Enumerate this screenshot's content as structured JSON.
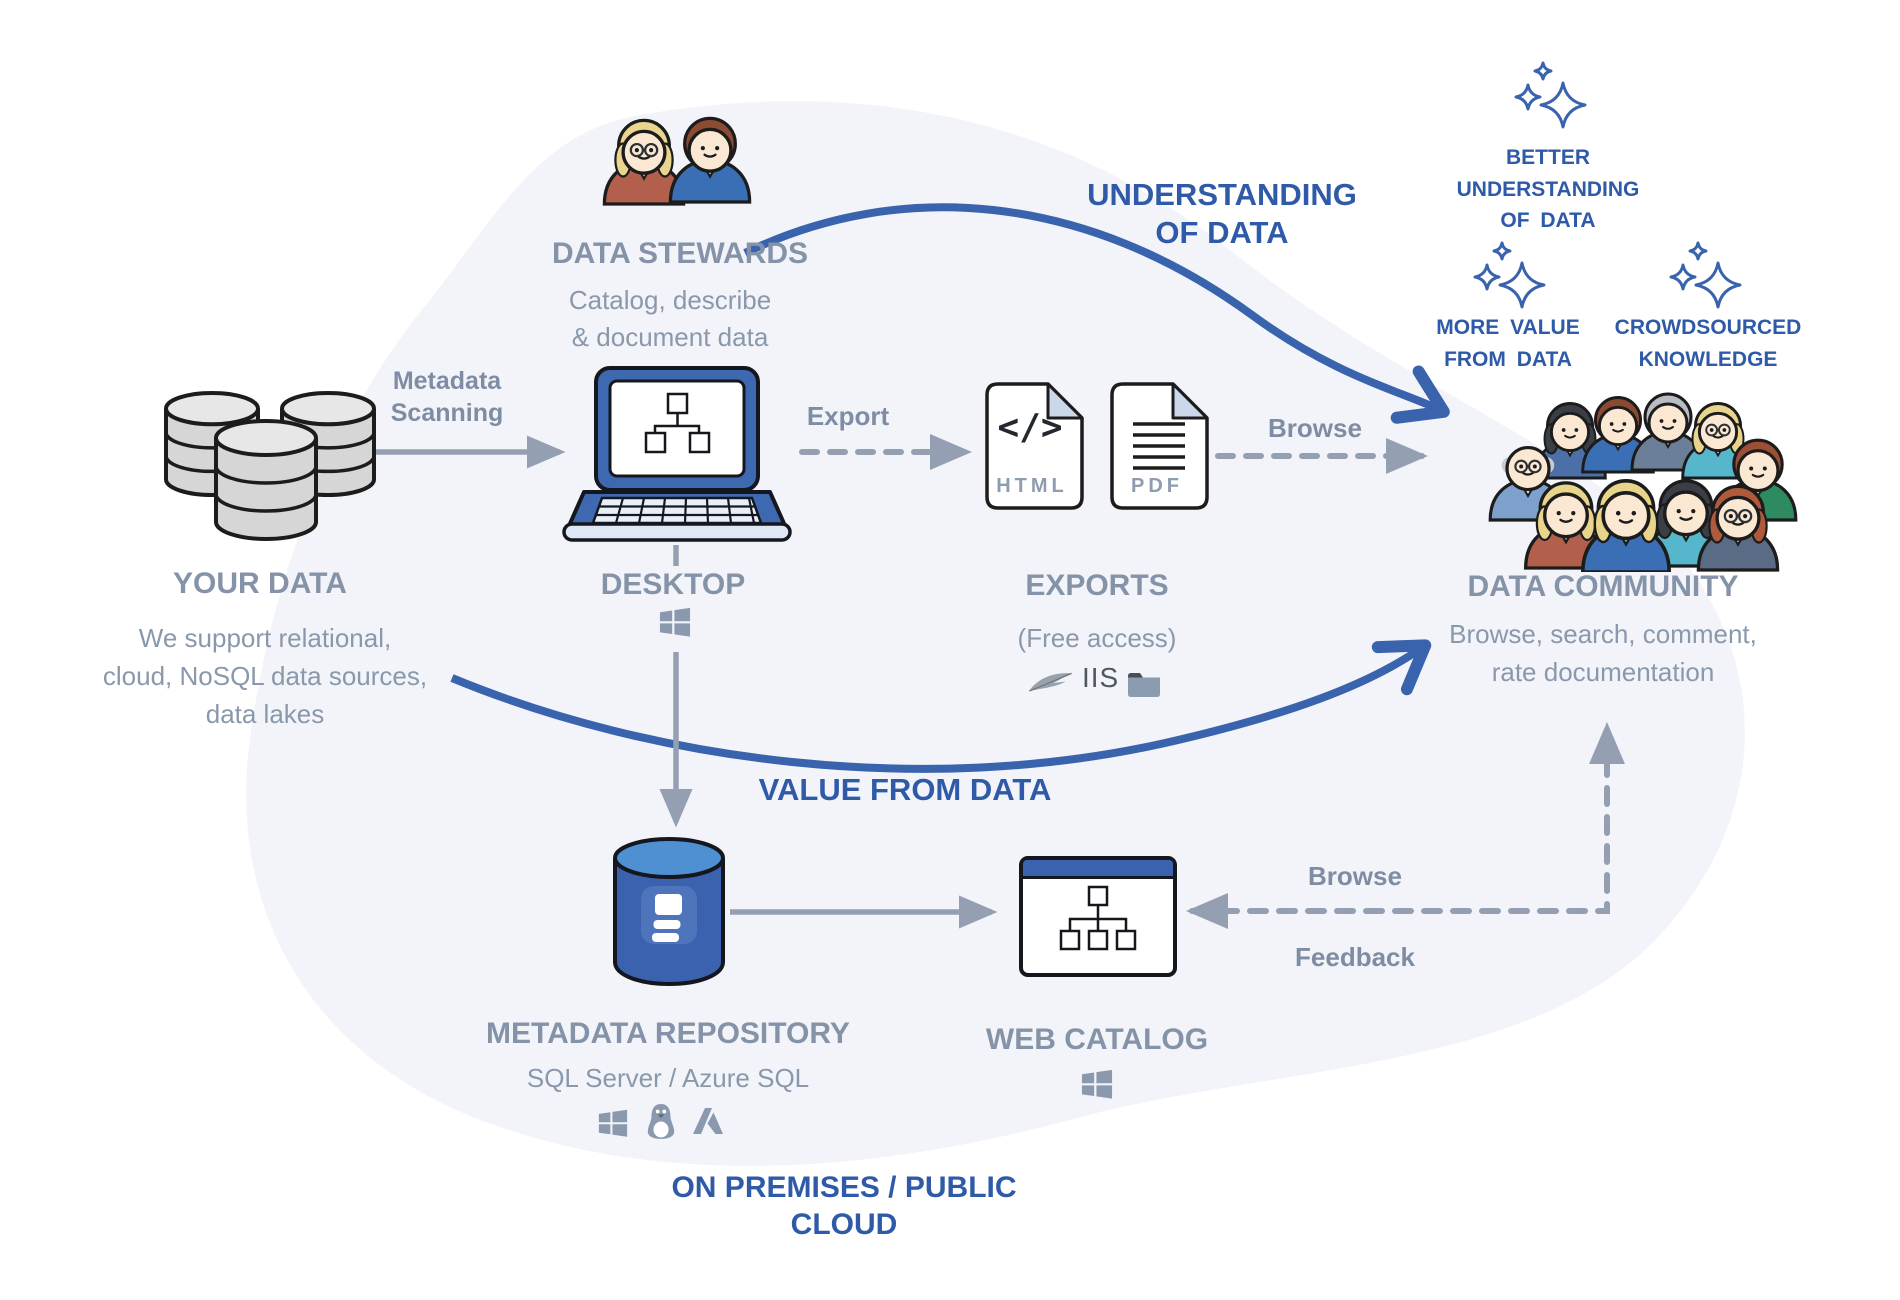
{
  "colors": {
    "accent_blue": "#2E5AA8",
    "arrow_blue": "#3A63AE",
    "heading_gray": "#8593A9",
    "text_gray": "#8A98AC",
    "arrow_gray": "#94A0B1",
    "background_blob": "#F2F4F9",
    "laptop_blue": "#3E68B0",
    "repository_blue": "#3A62AE",
    "repository_top_blue": "#4E90D2"
  },
  "stewards": {
    "title": "DATA STEWARDS",
    "desc": "Catalog, describe\n& document data"
  },
  "understanding_label": "UNDERSTANDING\nOF DATA",
  "benefits": {
    "b1": "BETTER\nUNDERSTANDING\nOF DATA",
    "b2": "MORE VALUE\nFROM DATA",
    "b3": "CROWDSOURCED\nKNOWLEDGE"
  },
  "your_data": {
    "title": "YOUR DATA",
    "desc": "We support relational,\ncloud, NoSQL data sources,\ndata lakes"
  },
  "flow": {
    "metadata_scanning": "Metadata\nScanning",
    "export": "Export",
    "browse_top": "Browse",
    "browse_right": "Browse",
    "feedback": "Feedback"
  },
  "desktop": {
    "title": "DESKTOP"
  },
  "exports": {
    "title": "EXPORTS",
    "subtitle": "(Free access)",
    "html_label": "HTML",
    "pdf_label": "PDF",
    "html_glyph": "</>",
    "iis": "IIS"
  },
  "community": {
    "title": "DATA COMMUNITY",
    "desc": "Browse, search, comment,\nrate documentation"
  },
  "value_label": "VALUE FROM DATA",
  "repository": {
    "title": "METADATA REPOSITORY",
    "subtitle": "SQL Server / Azure SQL"
  },
  "web_catalog": {
    "title": "WEB CATALOG"
  },
  "footer": "ON PREMISES / PUBLIC CLOUD",
  "icons": {
    "stewards": "two-people-icon",
    "your_data": "database-stack-icon",
    "desktop": "laptop-icon",
    "exports_html": "html-file-icon",
    "exports_pdf": "pdf-file-icon",
    "exports_apache": "apache-feather-icon",
    "exports_folder": "folder-icon",
    "community": "people-crowd-icon",
    "repository": "database-cylinder-icon",
    "web_catalog": "browser-window-icon",
    "benefit": "sparkles-icon",
    "platform_windows": "windows-logo-icon",
    "platform_linux": "linux-tux-icon",
    "platform_azure": "azure-logo-icon"
  }
}
